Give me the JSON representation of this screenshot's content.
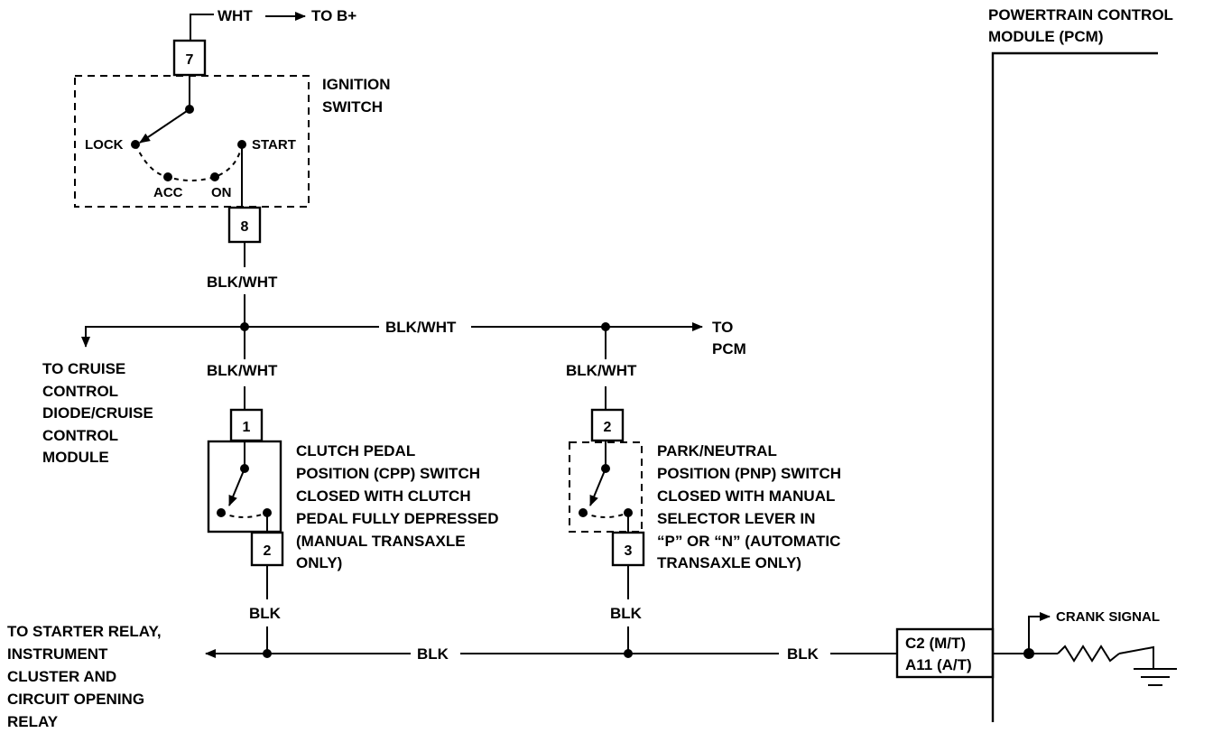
{
  "pcm": {
    "title_line1": "POWERTRAIN CONTROL",
    "title_line2": "MODULE (PCM)",
    "connector_line1": "C2 (M/T)",
    "connector_line2": "A11 (A/T)",
    "crank_signal": "CRANK SIGNAL"
  },
  "ignition_switch": {
    "label_line1": "IGNITION",
    "label_line2": "SWITCH",
    "pin_in": "7",
    "pin_out": "8",
    "pos_lock": "LOCK",
    "pos_acc": "ACC",
    "pos_on": "ON",
    "pos_start": "START",
    "feed_wire": "WHT",
    "feed_dest": "TO B+"
  },
  "wires": {
    "blk_wht_ignition": "BLK/WHT",
    "blk_wht_bus": "BLK/WHT",
    "blk_wht_cpp": "BLK/WHT",
    "blk_wht_pnp": "BLK/WHT",
    "blk_cpp": "BLK",
    "blk_pnp": "BLK",
    "blk_bus": "BLK",
    "blk_pcm": "BLK"
  },
  "to_pcm": {
    "line1": "TO",
    "line2": "PCM"
  },
  "cruise": {
    "line1": "TO CRUISE",
    "line2": "CONTROL",
    "line3": "DIODE/CRUISE",
    "line4": "CONTROL",
    "line5": "MODULE"
  },
  "cpp_switch": {
    "pin_in": "1",
    "pin_out": "2",
    "line1": "CLUTCH PEDAL",
    "line2": "POSITION (CPP) SWITCH",
    "line3": "CLOSED WITH CLUTCH",
    "line4": "PEDAL FULLY DEPRESSED",
    "line5": "(MANUAL TRANSAXLE",
    "line6": "ONLY)"
  },
  "pnp_switch": {
    "pin_in": "2",
    "pin_out": "3",
    "line1": "PARK/NEUTRAL",
    "line2": "POSITION (PNP) SWITCH",
    "line3": "CLOSED WITH MANUAL",
    "line4": "SELECTOR LEVER IN",
    "line5": "“P” OR “N” (AUTOMATIC",
    "line6": "TRANSAXLE ONLY)"
  },
  "starter": {
    "line1": "TO STARTER RELAY,",
    "line2": "INSTRUMENT",
    "line3": "CLUSTER AND",
    "line4": "CIRCUIT OPENING",
    "line5": "RELAY"
  }
}
